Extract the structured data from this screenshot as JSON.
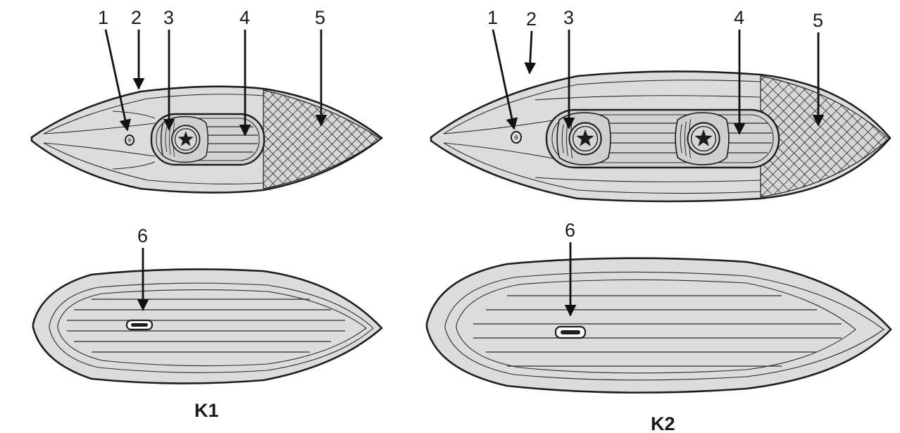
{
  "models": [
    {
      "label": "K1"
    },
    {
      "label": "K2"
    }
  ],
  "callouts": [
    "1",
    "2",
    "3",
    "4",
    "5",
    "6"
  ]
}
